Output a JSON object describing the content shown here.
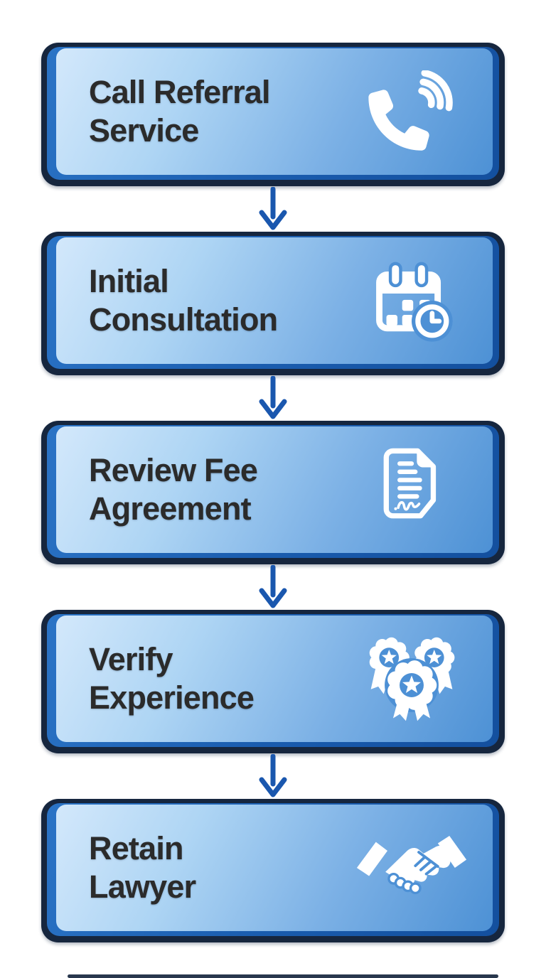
{
  "page": {
    "background": "#ffffff"
  },
  "flow": {
    "steps": [
      {
        "id": "call-referral-service",
        "lines": [
          "Call Referral",
          "Service"
        ],
        "icon": "phone-icon"
      },
      {
        "id": "initial-consultation",
        "lines": [
          "Initial",
          "Consultation"
        ],
        "icon": "calendar-clock-icon"
      },
      {
        "id": "review-fee-agreement",
        "lines": [
          "Review Fee",
          "Agreement"
        ],
        "icon": "document-signature-icon"
      },
      {
        "id": "verify-experience",
        "lines": [
          "Verify",
          "Experience"
        ],
        "icon": "award-ribbons-icon"
      },
      {
        "id": "retain-lawyer",
        "lines": [
          "Retain",
          "Lawyer"
        ],
        "icon": "handshake-icon"
      }
    ],
    "connector": {
      "type": "arrow-down",
      "count": 4
    },
    "colors": {
      "box_outline": "#16263e",
      "box_bevel": "#1a5cae",
      "face_gradient_light": "#d3e8fb",
      "face_gradient_dark": "#4d91d5",
      "text": "#2b2b2b",
      "icon": "#ffffff",
      "icon_cutout": "#4d90d5",
      "arrow": "#1a57ae",
      "background": "#ffffff"
    }
  }
}
